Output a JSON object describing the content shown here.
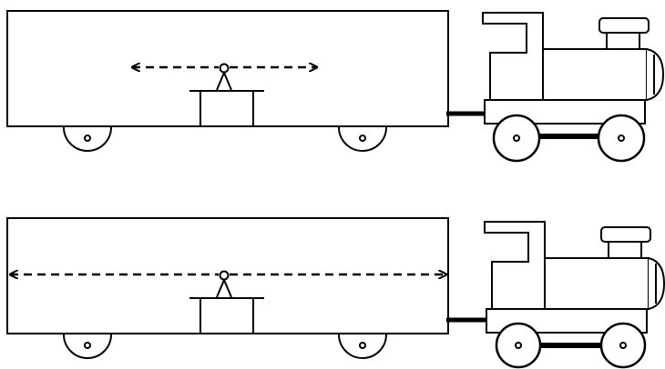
{
  "colors": {
    "stroke": "#000000",
    "fill": "#ffffff"
  },
  "scenes": [
    {
      "id": "scene-top",
      "arrow_span": "short"
    },
    {
      "id": "scene-bottom",
      "arrow_span": "full-car"
    }
  ]
}
